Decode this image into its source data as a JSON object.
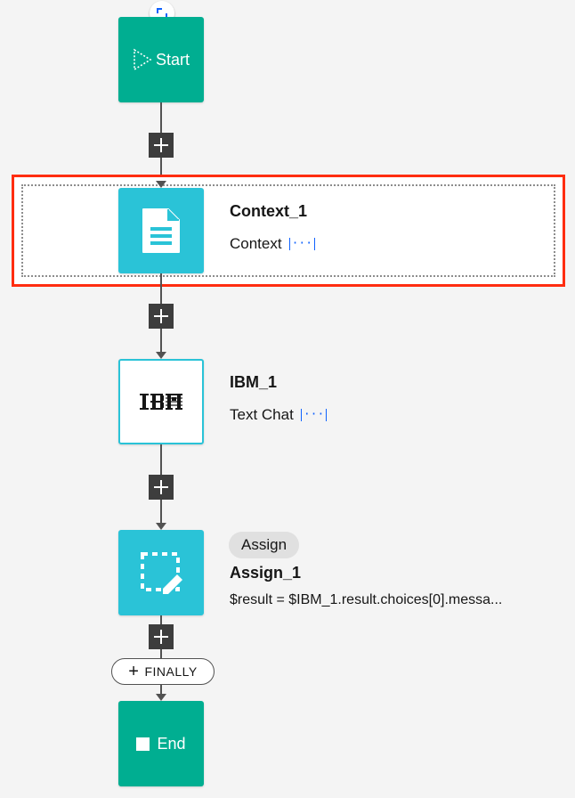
{
  "flow": {
    "start": {
      "label": "Start"
    },
    "context": {
      "title": "Context_1",
      "subtitle": "Context",
      "more": "[···]"
    },
    "ibm": {
      "logo": "IBM",
      "title": "IBM_1",
      "subtitle": "Text Chat",
      "more": "[···]"
    },
    "assign": {
      "badge": "Assign",
      "title": "Assign_1",
      "expression": "$result = $IBM_1.result.choices[0].messa..."
    },
    "finally": {
      "label": "FINALLY",
      "icon": "+"
    },
    "end": {
      "label": "End"
    }
  },
  "colors": {
    "teal": "#00ae91",
    "cyan": "#2ac3d7",
    "selection": "#ff2d10",
    "link": "#0f62fe"
  },
  "icons": [
    "expand-icon",
    "play-icon",
    "document-icon",
    "ibm-logo-icon",
    "edit-selection-icon",
    "plus-icon",
    "stop-icon"
  ]
}
